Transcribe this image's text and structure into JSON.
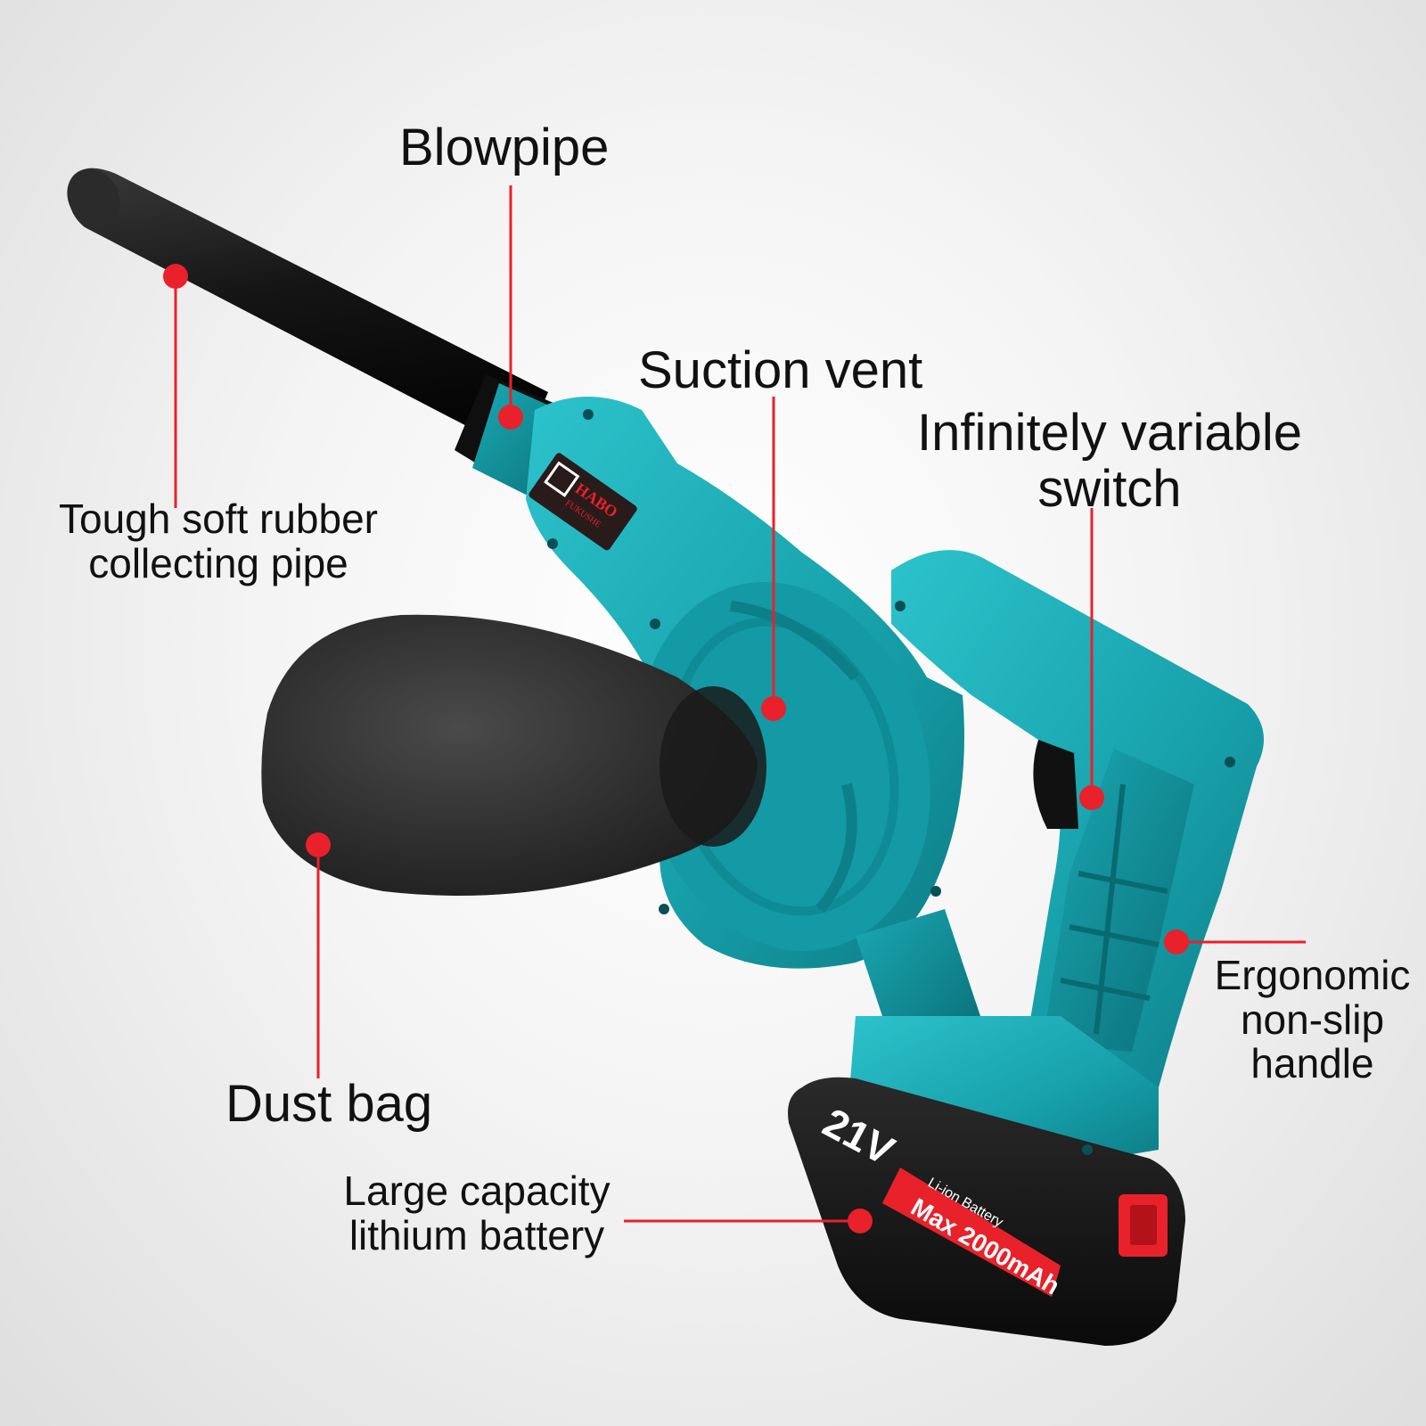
{
  "colors": {
    "leader_line": "#e8212b",
    "marker_dot": "#e8212b",
    "body_teal": "#1aa3ad",
    "pipe_black": "#1a1a1a",
    "battery_red": "#e8212b"
  },
  "labels": {
    "blowpipe": "Blowpipe",
    "suction_vent": "Suction vent",
    "switch": {
      "line1": "Infinitely variable",
      "line2": "switch"
    },
    "rubber_pipe": {
      "line1": "Tough soft rubber",
      "line2": "collecting pipe"
    },
    "dust_bag": "Dust bag",
    "battery": {
      "line1": "Large capacity",
      "line2": "lithium battery"
    },
    "handle": {
      "line1": "Ergonomic",
      "line2": "non-slip",
      "line3": "handle"
    }
  },
  "product": {
    "brand": "HABO",
    "brand_sub": "FUKUSHE",
    "battery_voltage": "21V",
    "battery_type": "Li-ion Battery",
    "battery_capacity": "Max 2000mAh"
  },
  "icons": [
    "brand-logo-icon"
  ]
}
